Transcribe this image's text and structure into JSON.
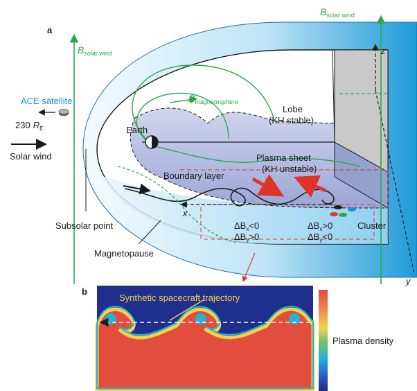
{
  "panel_a": {
    "letter": "a",
    "b_solar_wind_left": {
      "base": "B",
      "sub": "solar wind"
    },
    "b_solar_wind_right": {
      "base": "B",
      "sub": "solar wind"
    },
    "b_magnetosphere": {
      "base": "B",
      "sub": "magnetosphere"
    },
    "ace_satellite": "ACE satellite",
    "distance": {
      "value": "230",
      "unit": "R",
      "unit_sub": "E"
    },
    "solar_wind": "Solar wind",
    "earth": "Earth",
    "lobe": "Lobe",
    "lobe_state": "(KH stable)",
    "plasma_sheet": "Plasma sheet",
    "plasma_sheet_state": "(KH unstable)",
    "boundary_layer": "Boundary layer",
    "subsolar_point": "Subsolar point",
    "magnetopause": "Magnetopause",
    "cluster": "Cluster",
    "axis_x": "x",
    "axis_y": "y",
    "axis_z": "z",
    "delta_left": {
      "line1_var": "x",
      "line1_rel": "<0",
      "line2_var": "y",
      "line2_rel": ">0"
    },
    "delta_right": {
      "line1_var": "x",
      "line1_rel": ">0",
      "line2_var": "y",
      "line2_rel": "<0"
    }
  },
  "panel_b": {
    "letter": "b",
    "trajectory_label": "Synthetic spacecraft trajectory",
    "colorbar_label": "Plasma density"
  },
  "colors": {
    "field_line": "#2aa84a",
    "ace_text": "#1f8fd6",
    "flow_arrow": "#e0342b",
    "sheath_light": "#dff2fb",
    "sheath_blue": "#2fa3df",
    "inner_fill": "#c3cbe9"
  }
}
